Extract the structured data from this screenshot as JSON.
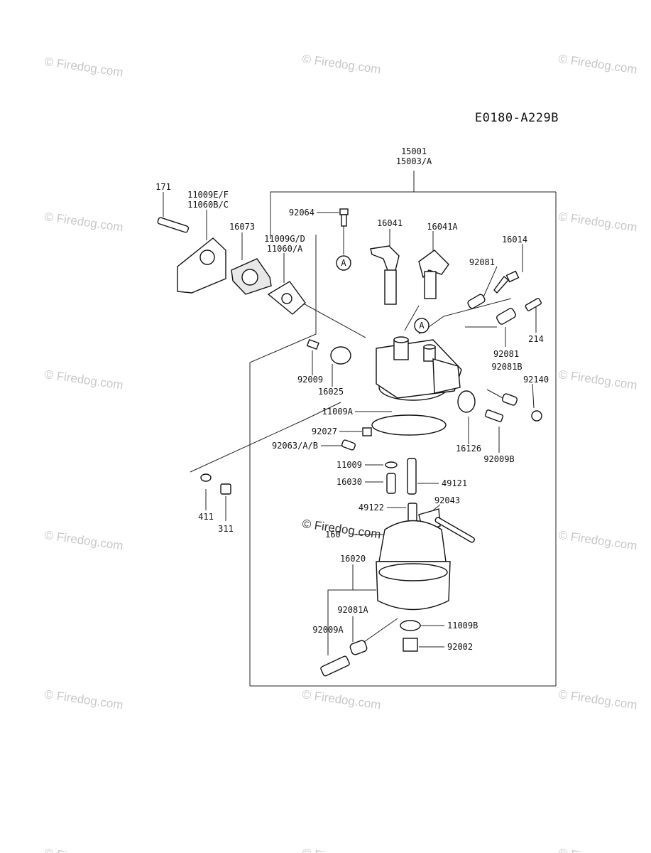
{
  "diagram": {
    "code": "E0180-A229B",
    "assembly_labels": [
      "15001",
      "15003/A"
    ],
    "watermark": "© Firedog.com",
    "callouts": {
      "c171": "171",
      "c11009EF": "11009E/F",
      "c11060BC": "11060B/C",
      "c16073": "16073",
      "c11009GD": "11009G/D",
      "c11060A": "11060/A",
      "c92064": "92064",
      "c16041": "16041",
      "c16041A": "16041A",
      "c16014": "16014",
      "c92081": "92081",
      "c214": "214",
      "c92081_2": "92081",
      "c92081B": "92081B",
      "c92140": "92140",
      "c92009": "92009",
      "c16025": "16025",
      "c11009A": "11009A",
      "c92027": "92027",
      "c92063": "92063/A/B",
      "c16126": "16126",
      "c92009B": "92009B",
      "c11009": "11009",
      "c16030": "16030",
      "c49121": "49121",
      "c49122": "49122",
      "c92043": "92043",
      "c160xx": "160",
      "c16020": "16020",
      "c92081A": "92081A",
      "c92009A": "92009A",
      "c11009B": "11009B",
      "c92002": "92002",
      "c411": "411",
      "c311": "311",
      "markA1": "A",
      "markA2": "A"
    }
  }
}
